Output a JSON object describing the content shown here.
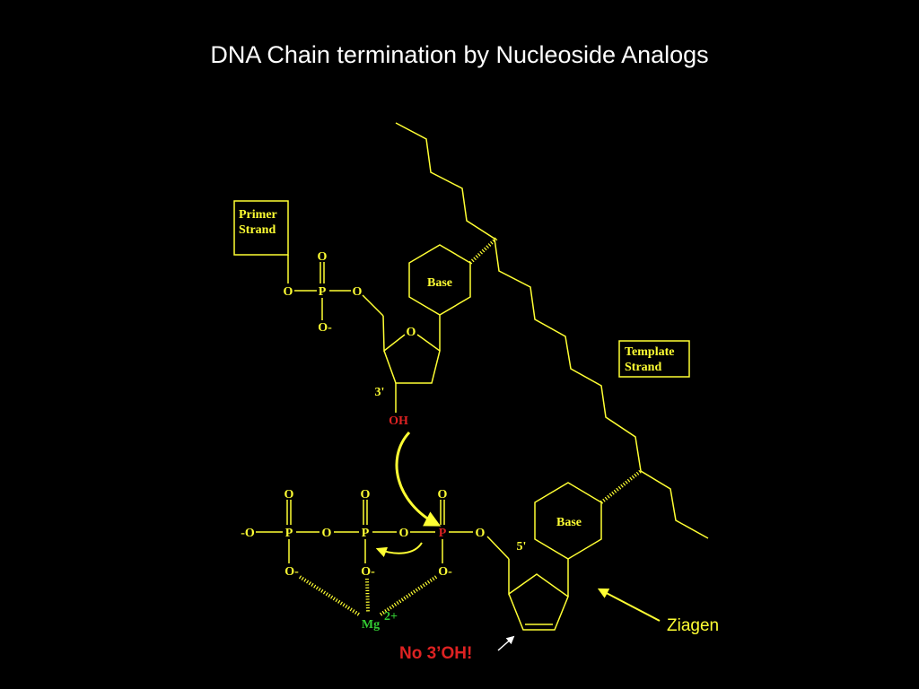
{
  "slide": {
    "title": "DNA Chain termination by Nucleoside Analogs"
  },
  "colors": {
    "background": "#000000",
    "title": "#ffffff",
    "structure": "#ffff33",
    "highlight_red": "#dd2222",
    "magnesium_green": "#33cc33",
    "annotation_arrow": "#ffffff"
  },
  "boxes": {
    "primer_strand": [
      "Primer",
      "Strand"
    ],
    "template_strand": [
      "Template",
      "Strand"
    ]
  },
  "upper_nucleotide": {
    "phosphate": {
      "o_top": "O",
      "p": "P",
      "o_left": "O",
      "o_right": "O",
      "o_minus": "O-"
    },
    "ring_oxygen": "O",
    "base": "Base",
    "position_3": "3'",
    "hydroxyl": "OH"
  },
  "triphosphate": {
    "o_minus_left": "-O",
    "p1": "P",
    "p2": "P",
    "p3": "P",
    "bridge_o1": "O",
    "bridge_o2": "O",
    "o_right": "O",
    "o_top1": "O",
    "o_top2": "O",
    "o_top3": "O",
    "o_minus1": "O-",
    "o_minus2": "O-",
    "o_minus3": "O-",
    "magnesium": "Mg",
    "magnesium_charge": "2+"
  },
  "lower_nucleotide": {
    "position_5": "5'",
    "base": "Base"
  },
  "annotations": {
    "no_3oh": "No 3’OH!",
    "ziagen": "Ziagen"
  }
}
